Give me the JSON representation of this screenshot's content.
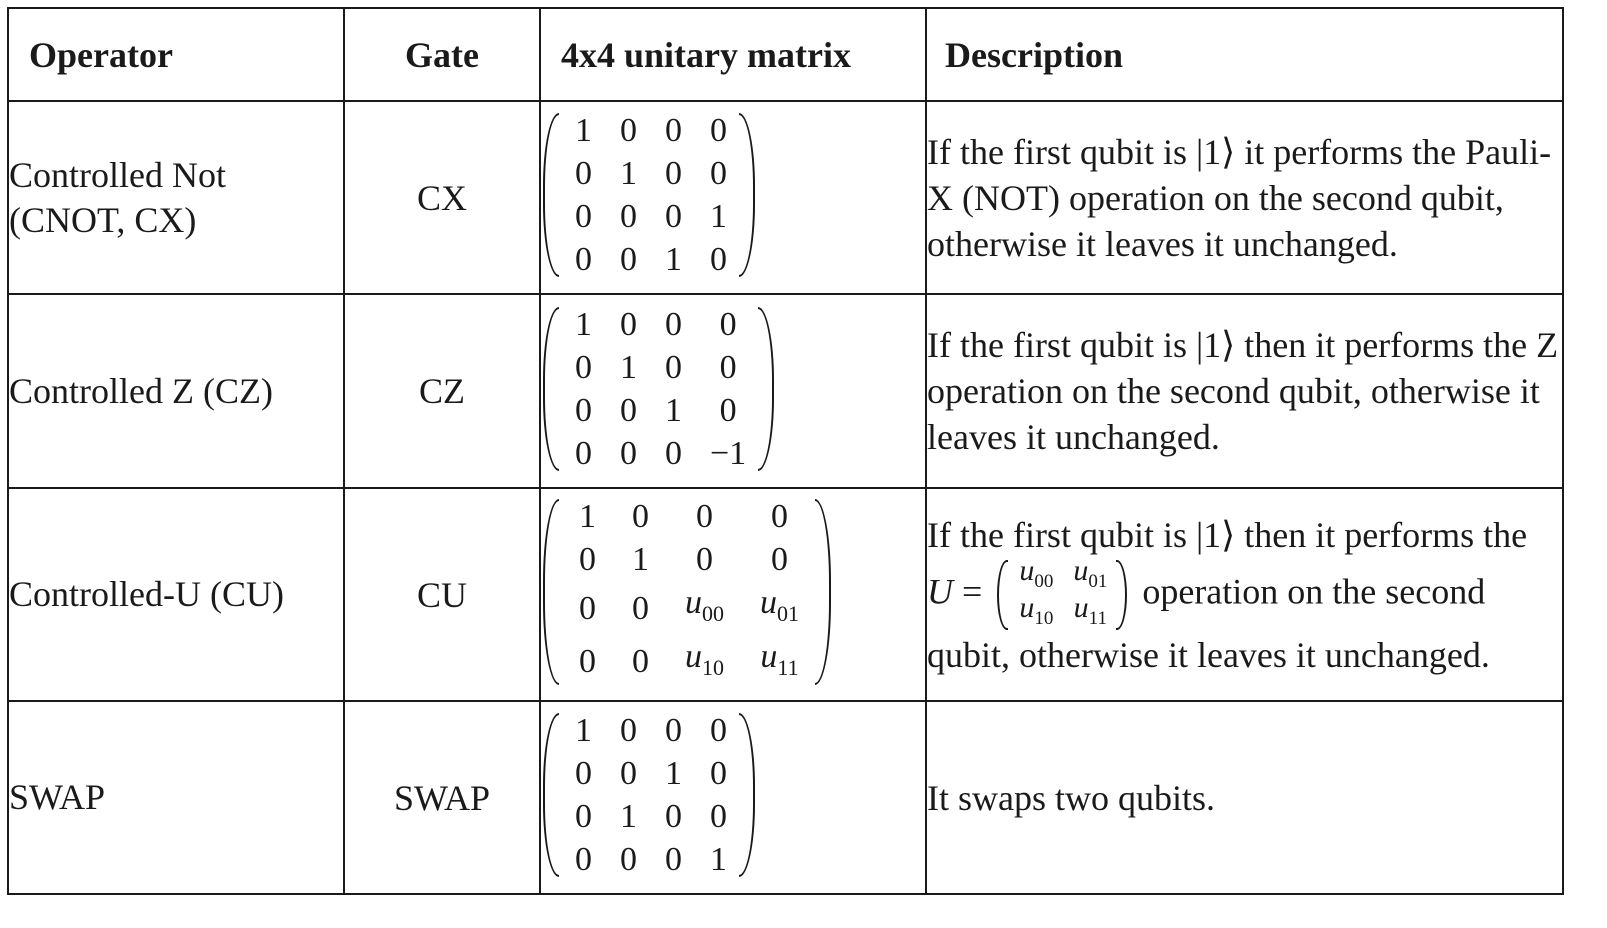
{
  "headers": {
    "operator": "Operator",
    "gate": "Gate",
    "matrix": "4x4 unitary matrix",
    "description": "Description"
  },
  "rows": [
    {
      "operator": [
        "Controlled Not",
        "(CNOT, CX)"
      ],
      "gate": "CX",
      "matrix": [
        [
          "1",
          "0",
          "0",
          "0"
        ],
        [
          "0",
          "1",
          "0",
          "0"
        ],
        [
          "0",
          "0",
          "0",
          "1"
        ],
        [
          "0",
          "0",
          "1",
          "0"
        ]
      ],
      "description": "If the first qubit is |1⟩ it performs the Pauli-X (NOT) operation on the second qubit, otherwise it leaves it unchanged."
    },
    {
      "operator": [
        "Controlled Z (CZ)"
      ],
      "gate": "CZ",
      "matrix": [
        [
          "1",
          "0",
          "0",
          "0"
        ],
        [
          "0",
          "1",
          "0",
          "0"
        ],
        [
          "0",
          "0",
          "1",
          "0"
        ],
        [
          "0",
          "0",
          "0",
          "−1"
        ]
      ],
      "description": "If the first qubit is |1⟩ then it performs the Z operation on the second qubit, otherwise it leaves it unchanged."
    },
    {
      "operator": [
        "Controlled-U (CU)"
      ],
      "gate": "CU",
      "matrix": [
        [
          "1",
          "0",
          "0",
          "0"
        ],
        [
          "0",
          "1",
          "0",
          "0"
        ],
        [
          "0",
          "0",
          "u00",
          "u01"
        ],
        [
          "0",
          "0",
          "u10",
          "u11"
        ]
      ],
      "description_pre": "If the first qubit is |1⟩ then it performs the ",
      "description_u": "U",
      "description_eq": " = ",
      "description_inline_matrix": [
        [
          "u00",
          "u01"
        ],
        [
          "u10",
          "u11"
        ]
      ],
      "description_post": " operation on the second qubit, otherwise it leaves it unchanged."
    },
    {
      "operator": [
        "SWAP"
      ],
      "gate": "SWAP",
      "matrix": [
        [
          "1",
          "0",
          "0",
          "0"
        ],
        [
          "0",
          "0",
          "1",
          "0"
        ],
        [
          "0",
          "1",
          "0",
          "0"
        ],
        [
          "0",
          "0",
          "0",
          "1"
        ]
      ],
      "description": "It swaps two qubits."
    }
  ]
}
